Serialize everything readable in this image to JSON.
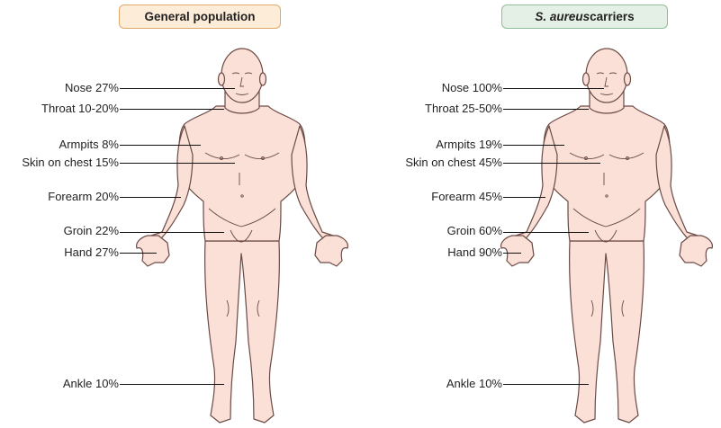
{
  "figures": [
    {
      "title_prefix": "General population",
      "title_suffix": "",
      "sites": [
        {
          "label": "Nose 27%"
        },
        {
          "label": "Throat 10-20%"
        },
        {
          "label": "Armpits 8%"
        },
        {
          "label": "Skin on chest 15%"
        },
        {
          "label": "Forearm 20%"
        },
        {
          "label": "Groin 22%"
        },
        {
          "label": "Hand 27%"
        },
        {
          "label": "Ankle 10%"
        }
      ]
    },
    {
      "title_prefix": "S. aureus",
      "title_suffix": " carriers",
      "sites": [
        {
          "label": "Nose 100%"
        },
        {
          "label": "Throat 25-50%"
        },
        {
          "label": "Armpits 19%"
        },
        {
          "label": "Skin on chest 45%"
        },
        {
          "label": "Forearm 45%"
        },
        {
          "label": "Groin 60%"
        },
        {
          "label": "Hand 90%"
        },
        {
          "label": "Ankle 10%"
        }
      ]
    }
  ],
  "colors": {
    "skin_fill": "#fbe0d8",
    "skin_outline": "#6b4a44",
    "general_box_fill": "#fdecd7",
    "carriers_box_fill": "#e4f0e6"
  }
}
